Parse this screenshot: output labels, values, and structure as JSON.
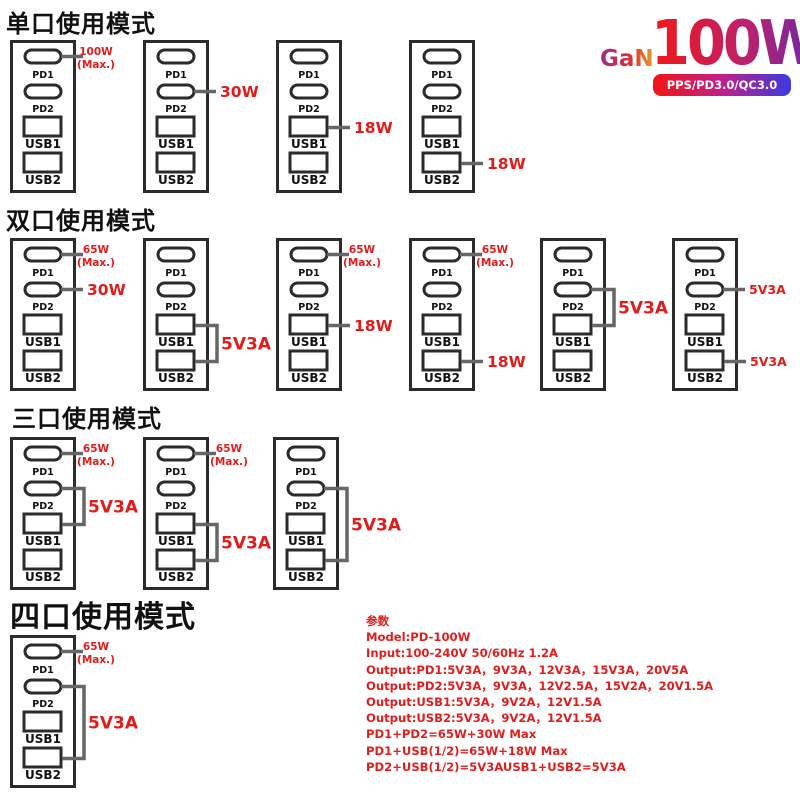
{
  "sections": [
    {
      "id": "single",
      "title": "单口使用模式"
    },
    {
      "id": "dual",
      "title": "双口使用模式"
    },
    {
      "id": "triple",
      "title": "三口使用模式"
    },
    {
      "id": "quad",
      "title": "四口使用模式"
    }
  ],
  "port_labels": {
    "pd1": "PD1",
    "pd2": "PD2",
    "usb1": "USB1",
    "usb2": "USB2"
  },
  "badge": {
    "gan": "GaN",
    "wattage": "100W",
    "protocols": "PPS/PD3.0/QC3.0"
  },
  "colors": {
    "accent_red": "#e21b1b",
    "line_gray": "#666666",
    "box_dark": "#2b2b2b"
  },
  "diagrams": [
    {
      "section": "single",
      "callouts": [
        {
          "ports": [
            "pd1"
          ],
          "text": [
            "100W",
            "(Max.)"
          ],
          "style": "small"
        }
      ]
    },
    {
      "section": "single",
      "callouts": [
        {
          "ports": [
            "pd2"
          ],
          "text": [
            "30W"
          ],
          "style": "large"
        }
      ]
    },
    {
      "section": "single",
      "callouts": [
        {
          "ports": [
            "usb1"
          ],
          "text": [
            "18W"
          ],
          "style": "large"
        }
      ]
    },
    {
      "section": "single",
      "callouts": [
        {
          "ports": [
            "usb2"
          ],
          "text": [
            "18W"
          ],
          "style": "large"
        }
      ]
    },
    {
      "section": "dual",
      "callouts": [
        {
          "ports": [
            "pd1"
          ],
          "text": [
            "65W",
            "(Max.)"
          ],
          "style": "small"
        },
        {
          "ports": [
            "pd2"
          ],
          "text": [
            "30W"
          ],
          "style": "large"
        }
      ]
    },
    {
      "section": "dual",
      "callouts": [
        {
          "ports": [
            "usb1",
            "usb2"
          ],
          "text": [
            "5V3A"
          ],
          "style": "large"
        }
      ]
    },
    {
      "section": "dual",
      "callouts": [
        {
          "ports": [
            "pd1"
          ],
          "text": [
            "65W",
            "(Max.)"
          ],
          "style": "small"
        },
        {
          "ports": [
            "usb1"
          ],
          "text": [
            "18W"
          ],
          "style": "large"
        }
      ]
    },
    {
      "section": "dual",
      "callouts": [
        {
          "ports": [
            "pd1"
          ],
          "text": [
            "65W",
            "(Max.)"
          ],
          "style": "small"
        },
        {
          "ports": [
            "usb2"
          ],
          "text": [
            "18W"
          ],
          "style": "large"
        }
      ]
    },
    {
      "section": "dual",
      "callouts": [
        {
          "ports": [
            "pd2",
            "usb1"
          ],
          "text": [
            "5V3A"
          ],
          "style": "large"
        }
      ]
    },
    {
      "section": "dual",
      "callouts": [
        {
          "ports": [
            "pd2"
          ],
          "text": [
            "5V3A"
          ],
          "style": "medium"
        },
        {
          "ports": [
            "usb2"
          ],
          "text": [
            "5V3A"
          ],
          "style": "medium"
        }
      ]
    },
    {
      "section": "triple",
      "callouts": [
        {
          "ports": [
            "pd1"
          ],
          "text": [
            "65W",
            "(Max.)"
          ],
          "style": "small"
        },
        {
          "ports": [
            "pd2",
            "usb1"
          ],
          "text": [
            "5V3A"
          ],
          "style": "large"
        }
      ]
    },
    {
      "section": "triple",
      "callouts": [
        {
          "ports": [
            "pd1"
          ],
          "text": [
            "65W",
            "(Max.)"
          ],
          "style": "small"
        },
        {
          "ports": [
            "usb1",
            "usb2"
          ],
          "text": [
            "5V3A"
          ],
          "style": "large"
        }
      ]
    },
    {
      "section": "triple",
      "callouts": [
        {
          "ports": [
            "pd2",
            "usb2"
          ],
          "text": [
            "5V3A"
          ],
          "style": "large"
        }
      ]
    },
    {
      "section": "quad",
      "callouts": [
        {
          "ports": [
            "pd1"
          ],
          "text": [
            "65W",
            "(Max.)"
          ],
          "style": "small"
        },
        {
          "ports": [
            "pd2",
            "usb2"
          ],
          "text": [
            "5V3A"
          ],
          "style": "large"
        }
      ]
    }
  ],
  "specs": {
    "heading": "参数",
    "lines": [
      "Model:PD-100W",
      "Input:100-240V 50/60Hz 1.2A",
      "Output:PD1:5V3A，9V3A，12V3A，15V3A，20V5A",
      "Output:PD2:5V3A，9V3A，12V2.5A，15V2A，20V1.5A",
      "Output:USB1:5V3A，9V2A，12V1.5A",
      "Output:USB2:5V3A，9V2A，12V1.5A",
      "PD1+PD2=65W+30W Max",
      "PD1+USB(1/2)=65W+18W Max",
      "PD2+USB(1/2)=5V3AUSB1+USB2=5V3A"
    ]
  }
}
